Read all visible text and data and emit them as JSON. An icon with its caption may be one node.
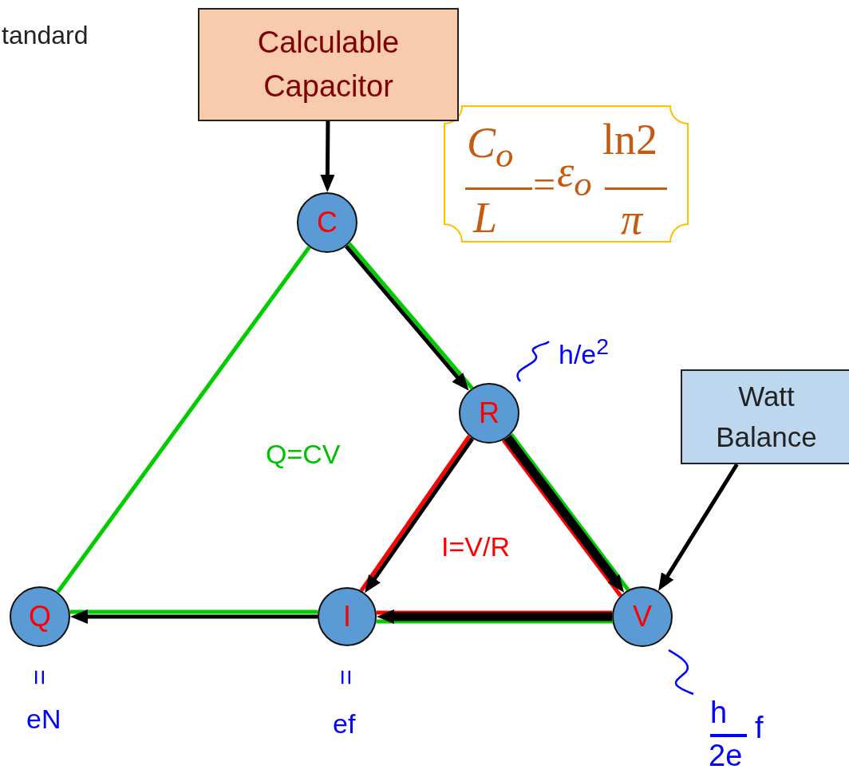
{
  "diagram": {
    "nodes": [
      {
        "text": [
          "Calculable Capacitor"
        ]
      },
      {
        "text": [
          "C$_{o}$",
          "L",
          "=",
          "ε$_{o}$",
          "ln2",
          "π"
        ]
      },
      {
        "text": [
          "C"
        ]
      },
      {
        "text": [
          "R"
        ],
        "beside": [
          "h/e$^{2}$"
        ]
      },
      {
        "text": [
          "Q"
        ],
        "beside": [
          "=",
          "eN"
        ]
      },
      {
        "text": [
          "I"
        ],
        "beside": [
          "=",
          "ef"
        ]
      },
      {
        "text": [
          "V"
        ],
        "beside": [
          "h",
          "2e",
          "f"
        ]
      },
      {
        "text": [
          "Watt Balance"
        ]
      }
    ],
    "edges": [
      {
        "from": 0,
        "to": 2,
        "arrow": "to"
      },
      {
        "from": 2,
        "to": 4,
        "arrow": "none",
        "color": "#00cc00"
      },
      {
        "from": 2,
        "to": 3,
        "arrow": "none",
        "color": "#00cc00"
      },
      {
        "from": 3,
        "to": 6,
        "arrow": "none",
        "color": "#00cc00"
      },
      {
        "from": 4,
        "to": 5,
        "arrow": "none",
        "color": "#00cc00"
      },
      {
        "from": 5,
        "to": 6,
        "arrow": "none",
        "color": "#00cc00"
      },
      {
        "from": 3,
        "to": 5,
        "arrow": "none",
        "color": "#ff0000"
      },
      {
        "from": 3,
        "to": 6,
        "arrow": "none",
        "color": "#ff0000"
      },
      {
        "from": 5,
        "to": 6,
        "arrow": "none",
        "color": "#ff0000"
      },
      {
        "from": 2,
        "to": 3,
        "arrow": "to"
      },
      {
        "from": 3,
        "to": 5,
        "arrow": "to"
      },
      {
        "from": 3,
        "to": 6,
        "arrow": "to",
        "style": "thick"
      },
      {
        "from": 6,
        "to": 5,
        "arrow": "to",
        "style": "thick"
      },
      {
        "from": 5,
        "to": 4,
        "arrow": "to"
      },
      {
        "from": 7,
        "to": 6,
        "arrow": "to"
      }
    ],
    "labels": [
      "tandard",
      "Q=CV",
      "I=V/R"
    ]
  }
}
